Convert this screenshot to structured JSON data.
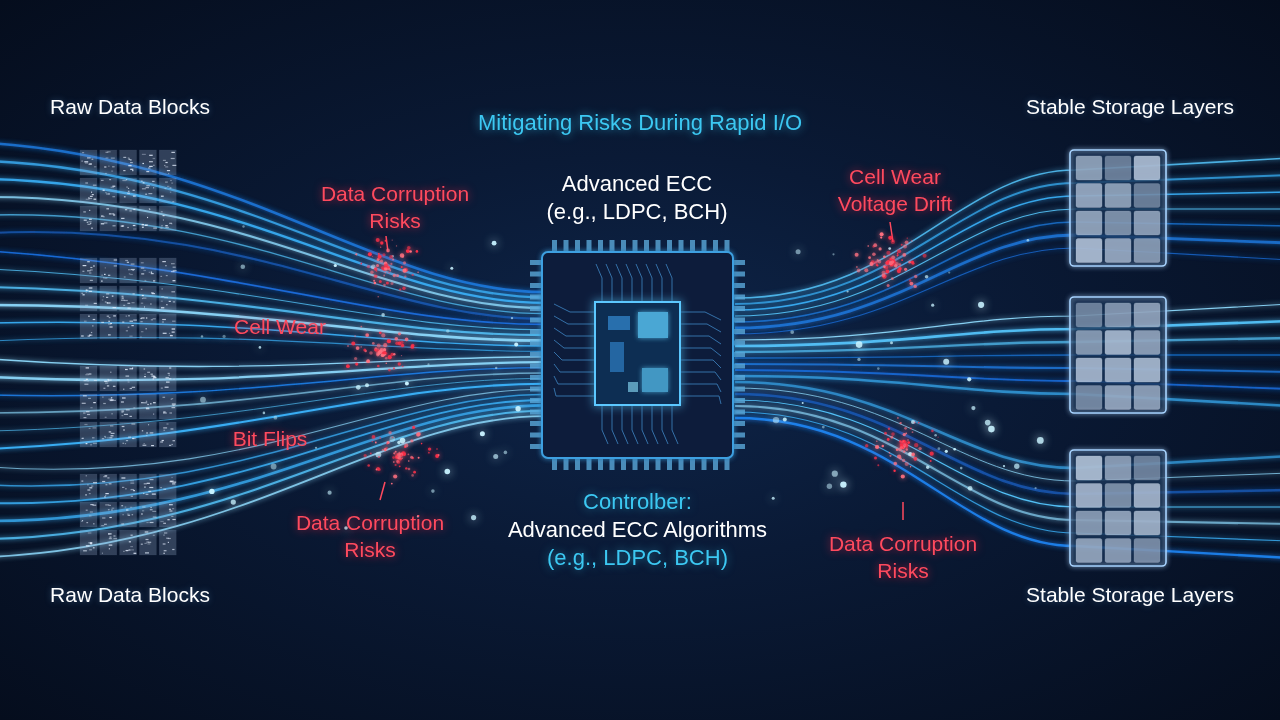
{
  "diagram": {
    "title": "Mitigating Risks During Rapid I/O",
    "nodes": [
      {
        "text": [
          "Raw Data Blocks",
          "Raw Data Blocks"
        ]
      },
      {
        "text": [
          "Advanced ECC (e.g., LDPC, BCH)",
          "Controlber:",
          "Advanced ECC Algorithms",
          "(e.g., LDPC, BCH)"
        ]
      },
      {
        "text": [
          "Stable Storage Layers",
          "Stable Storage Layers"
        ]
      }
    ],
    "edges": [
      {
        "from": 0,
        "to": 1,
        "arrow": "none"
      },
      {
        "from": 1,
        "to": 2,
        "arrow": "none"
      }
    ],
    "labels": [
      "Data Corruption Risks",
      "Cell Wear",
      "Bit Flips",
      "Data Corruption Risks",
      "Cell Wear Voltage Drift",
      "Data Corruption Risks"
    ]
  }
}
